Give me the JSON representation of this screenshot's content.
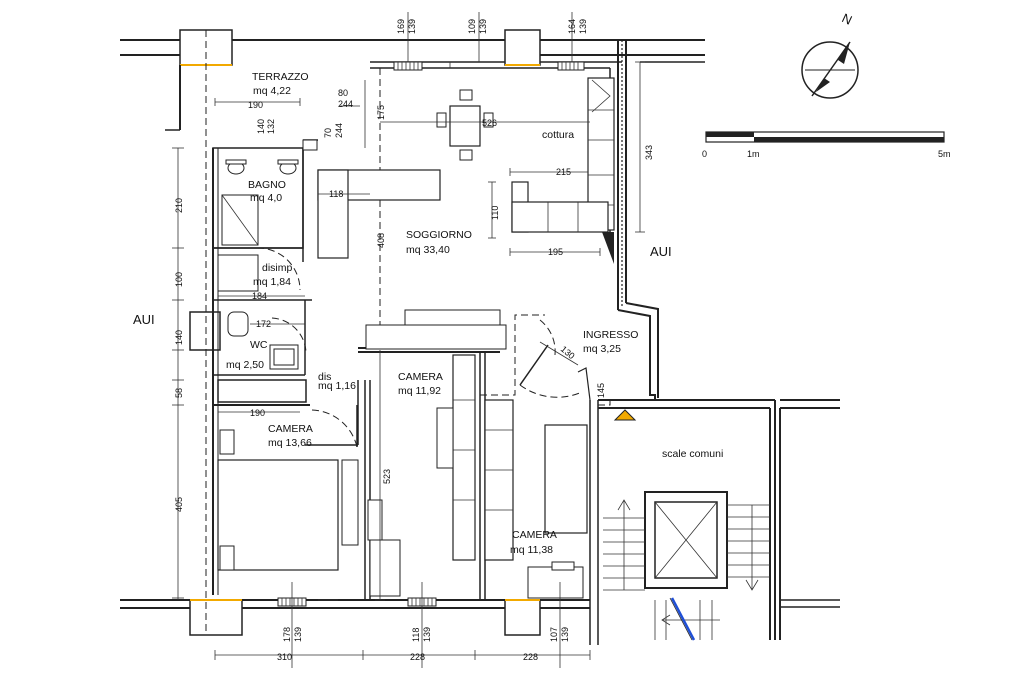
{
  "rooms": {
    "terrazzo": {
      "name": "TERRAZZO",
      "area": "mq 4,22"
    },
    "bagno": {
      "name": "BAGNO",
      "area": "mq 4,0"
    },
    "disimp": {
      "name": "disimp",
      "area": "mq 1,84"
    },
    "wc": {
      "name": "WC",
      "area": "mq 2,50"
    },
    "dis": {
      "name": "dis",
      "area": "mq 1,16"
    },
    "camera_left": {
      "name": "CAMERA",
      "area": "mq 13,66"
    },
    "soggiorno": {
      "name": "SOGGIORNO",
      "area": "mq 33,40"
    },
    "cottura": {
      "name": "cottura"
    },
    "ingresso": {
      "name": "INGRESSO",
      "area": "mq 3,25"
    },
    "camera_mid": {
      "name": "CAMERA",
      "area": "mq 11,92"
    },
    "camera_right": {
      "name": "CAMERA",
      "area": "mq 11,38"
    },
    "scale": {
      "name": "scale comuni"
    }
  },
  "labels": {
    "aui_left": "AUI",
    "aui_right": "AUI",
    "north": "N"
  },
  "scale_bar": {
    "start": "0",
    "mid": "1m",
    "end": "5m"
  },
  "dims": {
    "top_1": "169",
    "top_1b": "139",
    "top_2": "109",
    "top_2b": "139",
    "top_3": "164",
    "top_3b": "139",
    "left_210": "210",
    "left_100": "100",
    "left_140": "140",
    "left_58": "58",
    "left_405": "405",
    "d190_top": "190",
    "d140": "140",
    "d132": "132",
    "d80": "80",
    "d244a": "244",
    "d70": "70",
    "d244b": "244",
    "d175": "175",
    "d526": "526",
    "d343": "343",
    "d118": "118",
    "d215": "215",
    "d110": "110",
    "d195": "195",
    "d408": "408",
    "d184": "184",
    "d172": "172",
    "d130": "130",
    "d145": "145",
    "d190_bot": "190",
    "d523": "523",
    "bot_178": "178",
    "bot_178b": "139",
    "bot_118": "118",
    "bot_118b": "139",
    "bot_107": "107",
    "bot_107b": "139",
    "bot_310": "310",
    "bot_228a": "228",
    "bot_228b": "228"
  },
  "colors": {
    "line": "#222222",
    "accent": "#f2a900",
    "stair_blue": "#1f4fd6"
  }
}
